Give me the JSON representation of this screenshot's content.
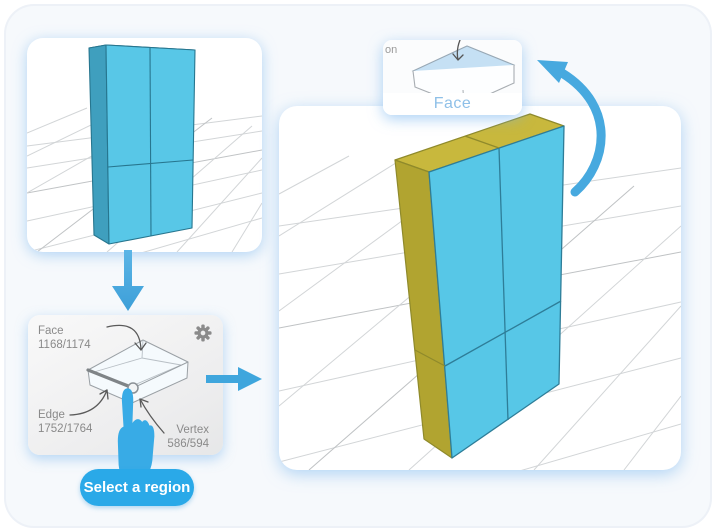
{
  "selection_panel": {
    "face": {
      "label": "Face",
      "count": "1168/1174"
    },
    "edge": {
      "label": "Edge",
      "count": "1752/1764"
    },
    "vertex": {
      "label": "Vertex",
      "count": "586/594"
    },
    "button_label": "Select a region"
  },
  "face_popup": {
    "label": "Face",
    "clipped_text": "on"
  },
  "colors": {
    "accent_blue": "#3fa6dd",
    "button_blue": "#2aa9e8",
    "cyan_face": "#57c7e7",
    "cyan_side": "#3f9fbe",
    "yellow_face": "#c8b83d",
    "yellow_side": "#b1a430",
    "edge_stroke": "#2e7d98",
    "label_gray": "#8a8a8a",
    "popup_label_blue": "#8fc0e8"
  }
}
